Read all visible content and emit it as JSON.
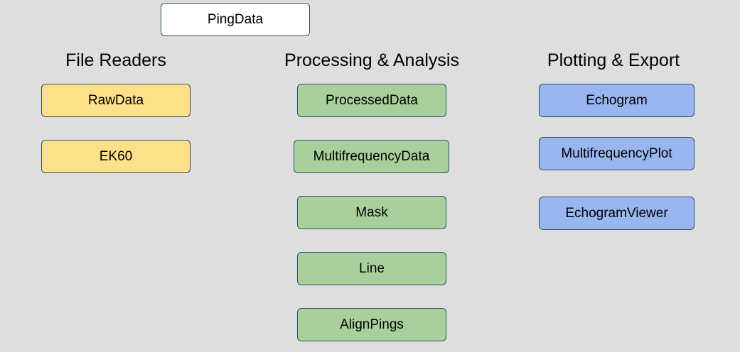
{
  "root": {
    "label": "PingData"
  },
  "file_readers": {
    "title": "File Readers",
    "items": [
      "RawData",
      "EK60"
    ]
  },
  "processing": {
    "title": "Processing & Analysis",
    "items": [
      "ProcessedData",
      "MultifrequencyData",
      "Mask",
      "Line",
      "AlignPings"
    ]
  },
  "plotting": {
    "title": "Plotting & Export",
    "items": [
      "Echogram",
      "MultifrequencyPlot",
      "EchogramViewer"
    ]
  },
  "colors": {
    "background": "#dedede",
    "root": "#ffffff",
    "file_readers": "#ffe08a",
    "processing": "#a9d09a",
    "plotting": "#98b6ef"
  }
}
